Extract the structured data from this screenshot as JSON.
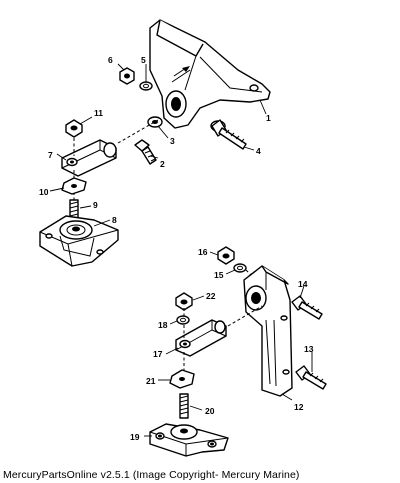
{
  "callouts": {
    "c1": "1",
    "c2": "2",
    "c3": "3",
    "c4": "4",
    "c5": "5",
    "c6": "6",
    "c7": "7",
    "c8": "8",
    "c9": "9",
    "c10": "10",
    "c11": "11",
    "c12": "12",
    "c13": "13",
    "c14": "14",
    "c15": "15",
    "c16": "16",
    "c17": "17",
    "c18": "18",
    "c19": "19",
    "c20": "20",
    "c21": "21",
    "c22": "22"
  },
  "caption": "MercuryPartsOnline v2.5.1 (Image Copyright- Mercury Marine)"
}
